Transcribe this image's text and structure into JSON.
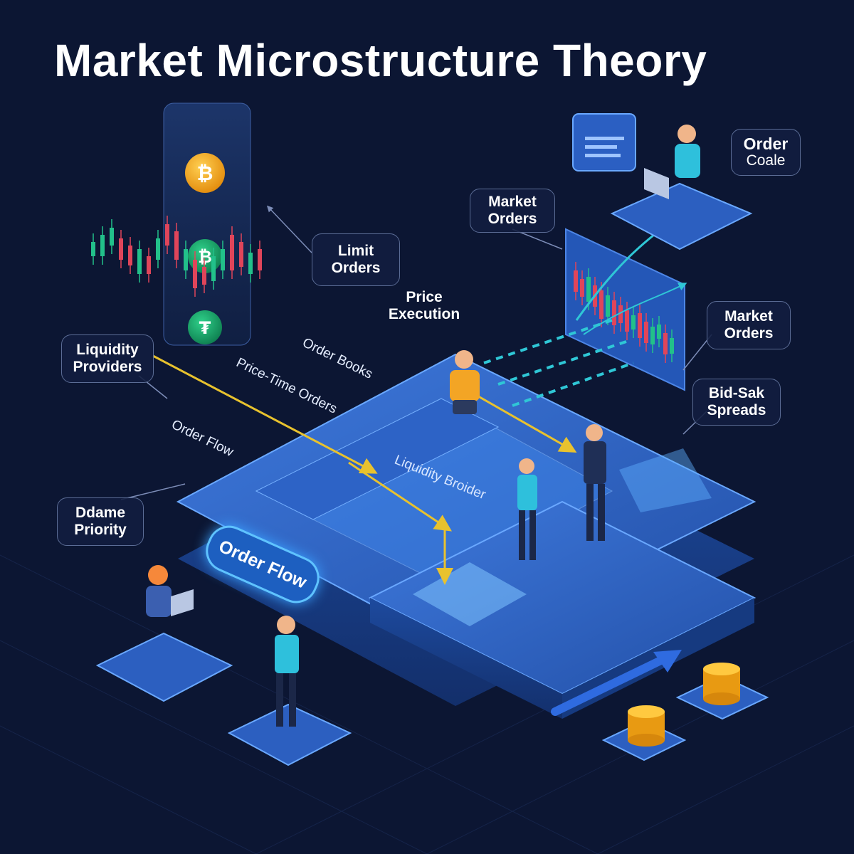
{
  "title": "Market Microstructure Theory",
  "callouts": {
    "limit_orders": [
      "Limit",
      "Orders"
    ],
    "market_orders_top": [
      "Market",
      "Orders"
    ],
    "order_code": [
      "Order",
      "Coale"
    ],
    "market_orders_right": [
      "Market",
      "Orders"
    ],
    "bid_sak_spreads": [
      "Bid-Sak",
      "Spreads"
    ],
    "liquidity_providers": [
      "Liquidity",
      "Providers"
    ],
    "ddame_priority": [
      "Ddame",
      "Priority"
    ]
  },
  "labels": {
    "price_execution": [
      "Price",
      "Execution"
    ],
    "order_books": "Order Books",
    "price_time_orders": "Price-Time Orders",
    "order_flow_small": "Order Flow",
    "liquidity_broider": "Liquidity Broider",
    "order_flow_button": "Order Flow"
  },
  "colors": {
    "background": "#0c1633",
    "platform": "#2b5fc2",
    "accent_glow": "#3aa0ff",
    "flow_arrow": "#e8c22e",
    "candle_up": "#22c08a",
    "candle_down": "#e0455a",
    "coin_gold": "#f2a516",
    "coin_green": "#1aa36b"
  },
  "icons": [
    "bitcoin-coin-icon",
    "green-bitcoin-coin-icon",
    "green-token-coin-icon",
    "laptop-icon",
    "chat-bubble-icon",
    "trend-arrow-icon"
  ]
}
